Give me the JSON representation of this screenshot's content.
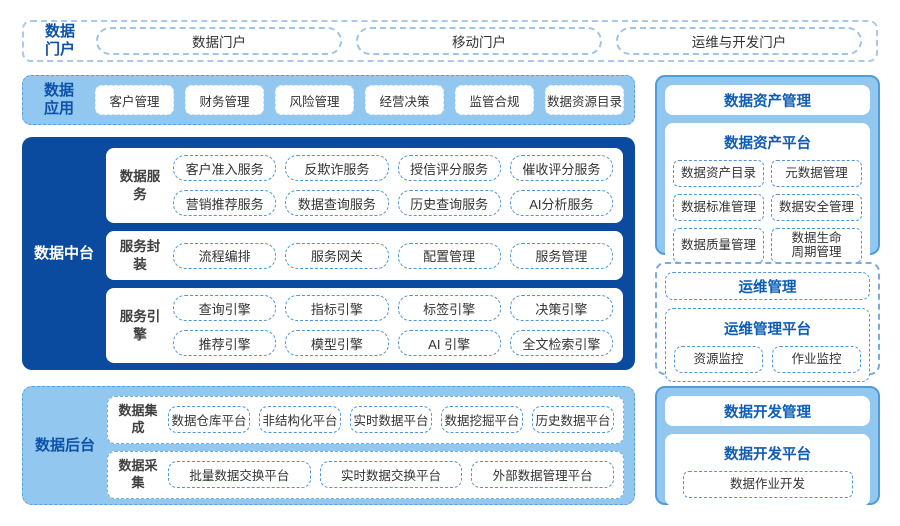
{
  "colors": {
    "dark_blue": "#0a4b9f",
    "light_blue": "#92c8ef",
    "title_blue": "#0d5cb6",
    "label_blue": "#0d52a8",
    "dashed_border_blue": "#4f96d9",
    "item_text": "#333333"
  },
  "portal": {
    "label": "数据门户",
    "items": [
      "数据门户",
      "移动门户",
      "运维与开发门户"
    ]
  },
  "apps": {
    "label": "数据应用",
    "items": [
      "客户管理",
      "财务管理",
      "风险管理",
      "经营决策",
      "监管合规",
      "数据资源目录"
    ]
  },
  "middle": {
    "label": "数据中台",
    "rows": [
      {
        "label": "数据服务",
        "items": [
          "客户准入服务",
          "反欺诈服务",
          "授信评分服务",
          "催收评分服务",
          "营销推荐服务",
          "数据查询服务",
          "历史查询服务",
          "AI分析服务"
        ]
      },
      {
        "label": "服务封装",
        "items": [
          "流程编排",
          "服务网关",
          "配置管理",
          "服务管理"
        ]
      },
      {
        "label": "服务引擎",
        "items": [
          "查询引擎",
          "指标引擎",
          "标签引擎",
          "决策引擎",
          "推荐引擎",
          "模型引擎",
          "AI 引擎",
          "全文检索引擎"
        ]
      }
    ]
  },
  "backend": {
    "label": "数据后台",
    "rows": [
      {
        "label": "数据集成",
        "items": [
          "数据仓库平台",
          "非结构化平台",
          "实时数据平台",
          "数据挖掘平台",
          "历史数据平台"
        ]
      },
      {
        "label": "数据采集",
        "items": [
          "批量数据交换平台",
          "实时数据交换平台",
          "外部数据管理平台"
        ]
      }
    ]
  },
  "right_top": {
    "header": "数据资产管理",
    "platform": {
      "title": "数据资产平台",
      "items": [
        "数据资产目录",
        "元数据管理",
        "数据标准管理",
        "数据安全管理",
        "数据质量管理",
        "数据生命\n周期管理"
      ]
    }
  },
  "right_mid": {
    "header": "运维管理",
    "platform": {
      "title": "运维管理平台",
      "items": [
        "资源监控",
        "作业监控"
      ]
    }
  },
  "right_bottom": {
    "header": "数据开发管理",
    "platform": {
      "title": "数据开发平台",
      "items": [
        "数据作业开发"
      ]
    }
  }
}
